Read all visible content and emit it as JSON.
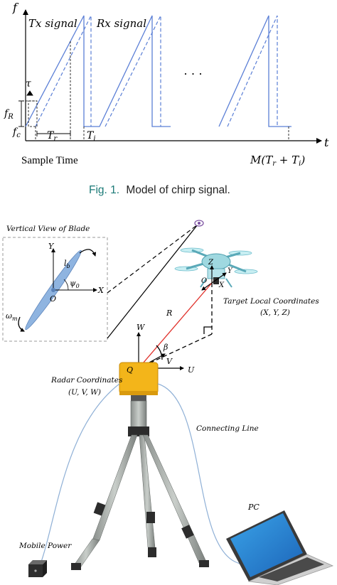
{
  "chirp": {
    "y_axis": "f",
    "x_axis": "t",
    "tx_label": "Tx signal",
    "rx_label": "Rx signal",
    "tau": "τ",
    "f_r": "f",
    "f_r_sub": "R",
    "f_c": "f",
    "f_c_sub": "c",
    "t_r": "T",
    "t_r_sub": "r",
    "t_i": "T",
    "t_i_sub": "i",
    "ellipsis": "· · ·",
    "sample_time": "Sample Time",
    "total_time": "M(T",
    "total_time_sub1": "r",
    "total_time_mid": " + T",
    "total_time_sub2": "i",
    "total_time_end": ")"
  },
  "caption": {
    "fig": "Fig. 1.",
    "text": "Model of chirp signal."
  },
  "scene": {
    "blade_title": "Vertical View of Blade",
    "blade_y": "Y",
    "blade_x": "X",
    "blade_o": "O",
    "blade_lb": "l",
    "blade_lb_sub": "b",
    "blade_psi": "ψ",
    "blade_psi_sub": "0",
    "blade_omega": "ω",
    "blade_omega_sub": "m",
    "target_z": "Z",
    "target_y": "Y",
    "target_x": "X",
    "target_o": "O",
    "target_caption_1": "Target Local Coordinates",
    "target_caption_2": "(X, Y, Z)",
    "range": "R",
    "beta": "β",
    "radar_w": "W",
    "radar_v": "V",
    "radar_u": "U",
    "radar_q": "Q",
    "radar_caption_1": "Radar Coordinates",
    "radar_caption_2": "(U, V, W)",
    "connecting": "Connecting Line",
    "pc": "PC",
    "mobile_power": "Mobile Power"
  },
  "colors": {
    "tx_line": "#5b7fd6",
    "rx_line": "#5b7fd6",
    "range_line": "#e0302a",
    "radar_box": "#f3b51a",
    "cable": "#8fb0d6",
    "drone": "#9fd8e0",
    "caption_fig": "#1b7a77"
  }
}
